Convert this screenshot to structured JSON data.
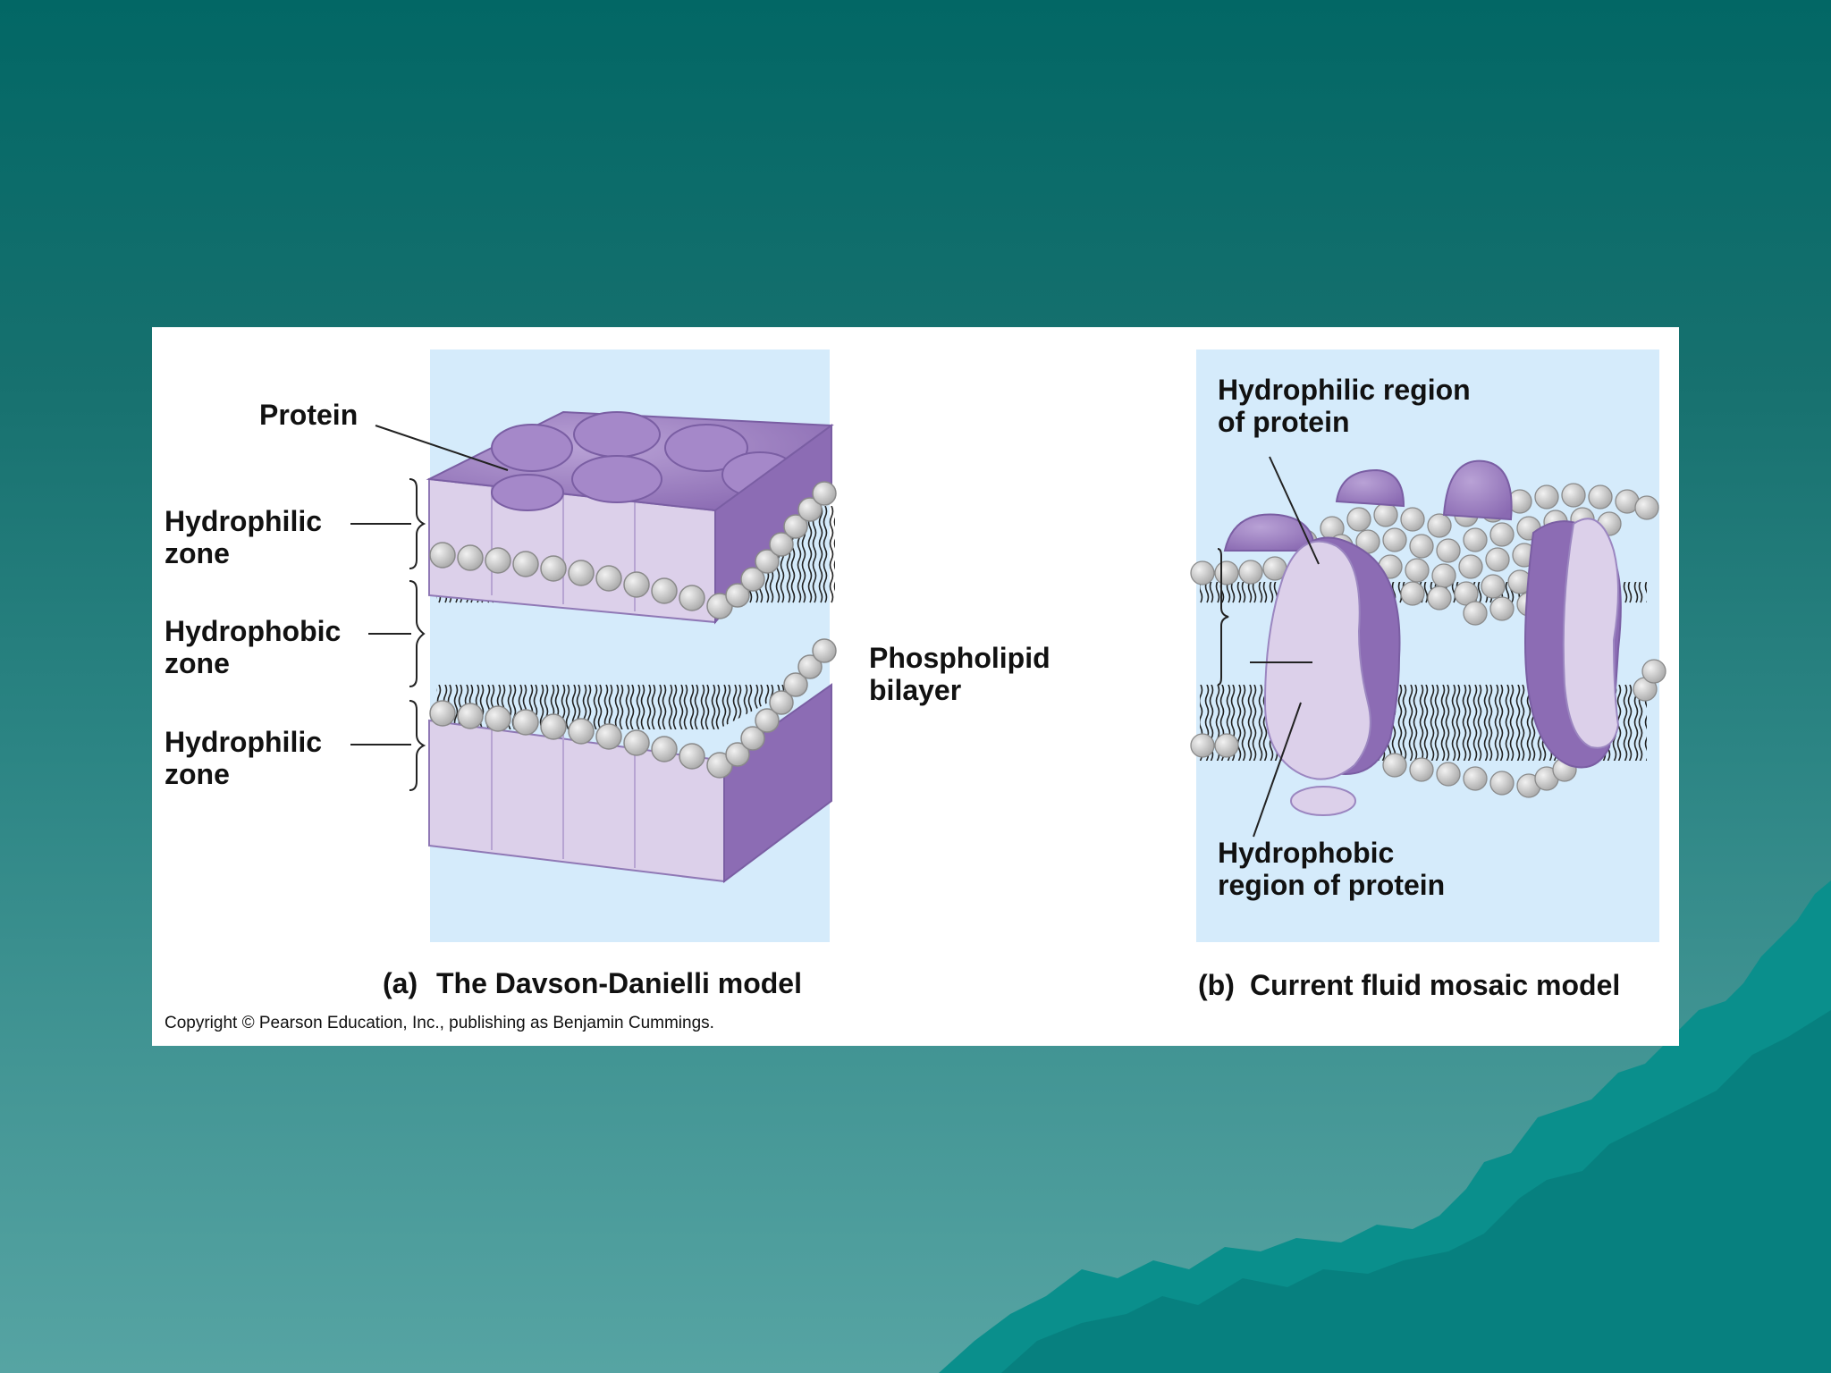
{
  "colors": {
    "background_top": "#026765",
    "background_bottom": "#56a4a3",
    "panel_bg": "#d5ebfb",
    "protein_dark": "#9a7cc0",
    "protein_light": "#dcd0ea",
    "lipid_head": "#c9c9c9"
  },
  "panel_a": {
    "labels": {
      "protein": "Protein",
      "hydrophilic_top_1": "Hydrophilic",
      "hydrophilic_top_2": "zone",
      "hydrophobic_1": "Hydrophobic",
      "hydrophobic_2": "zone",
      "hydrophilic_bottom_1": "Hydrophilic",
      "hydrophilic_bottom_2": "zone"
    },
    "caption_letter": "(a)",
    "caption_text": "The Davson-Danielli model"
  },
  "panel_b": {
    "labels": {
      "hydrophilic_region_1": "Hydrophilic region",
      "hydrophilic_region_2": "of  protein",
      "phospholipid_1": "Phospholipid",
      "phospholipid_2": "bilayer",
      "hydrophobic_region_1": "Hydrophobic",
      "hydrophobic_region_2": "region of protein"
    },
    "caption_letter": "(b)",
    "caption_text": "Current fluid mosaic model"
  },
  "copyright": "Copyright © Pearson Education, Inc., publishing as Benjamin Cummings."
}
